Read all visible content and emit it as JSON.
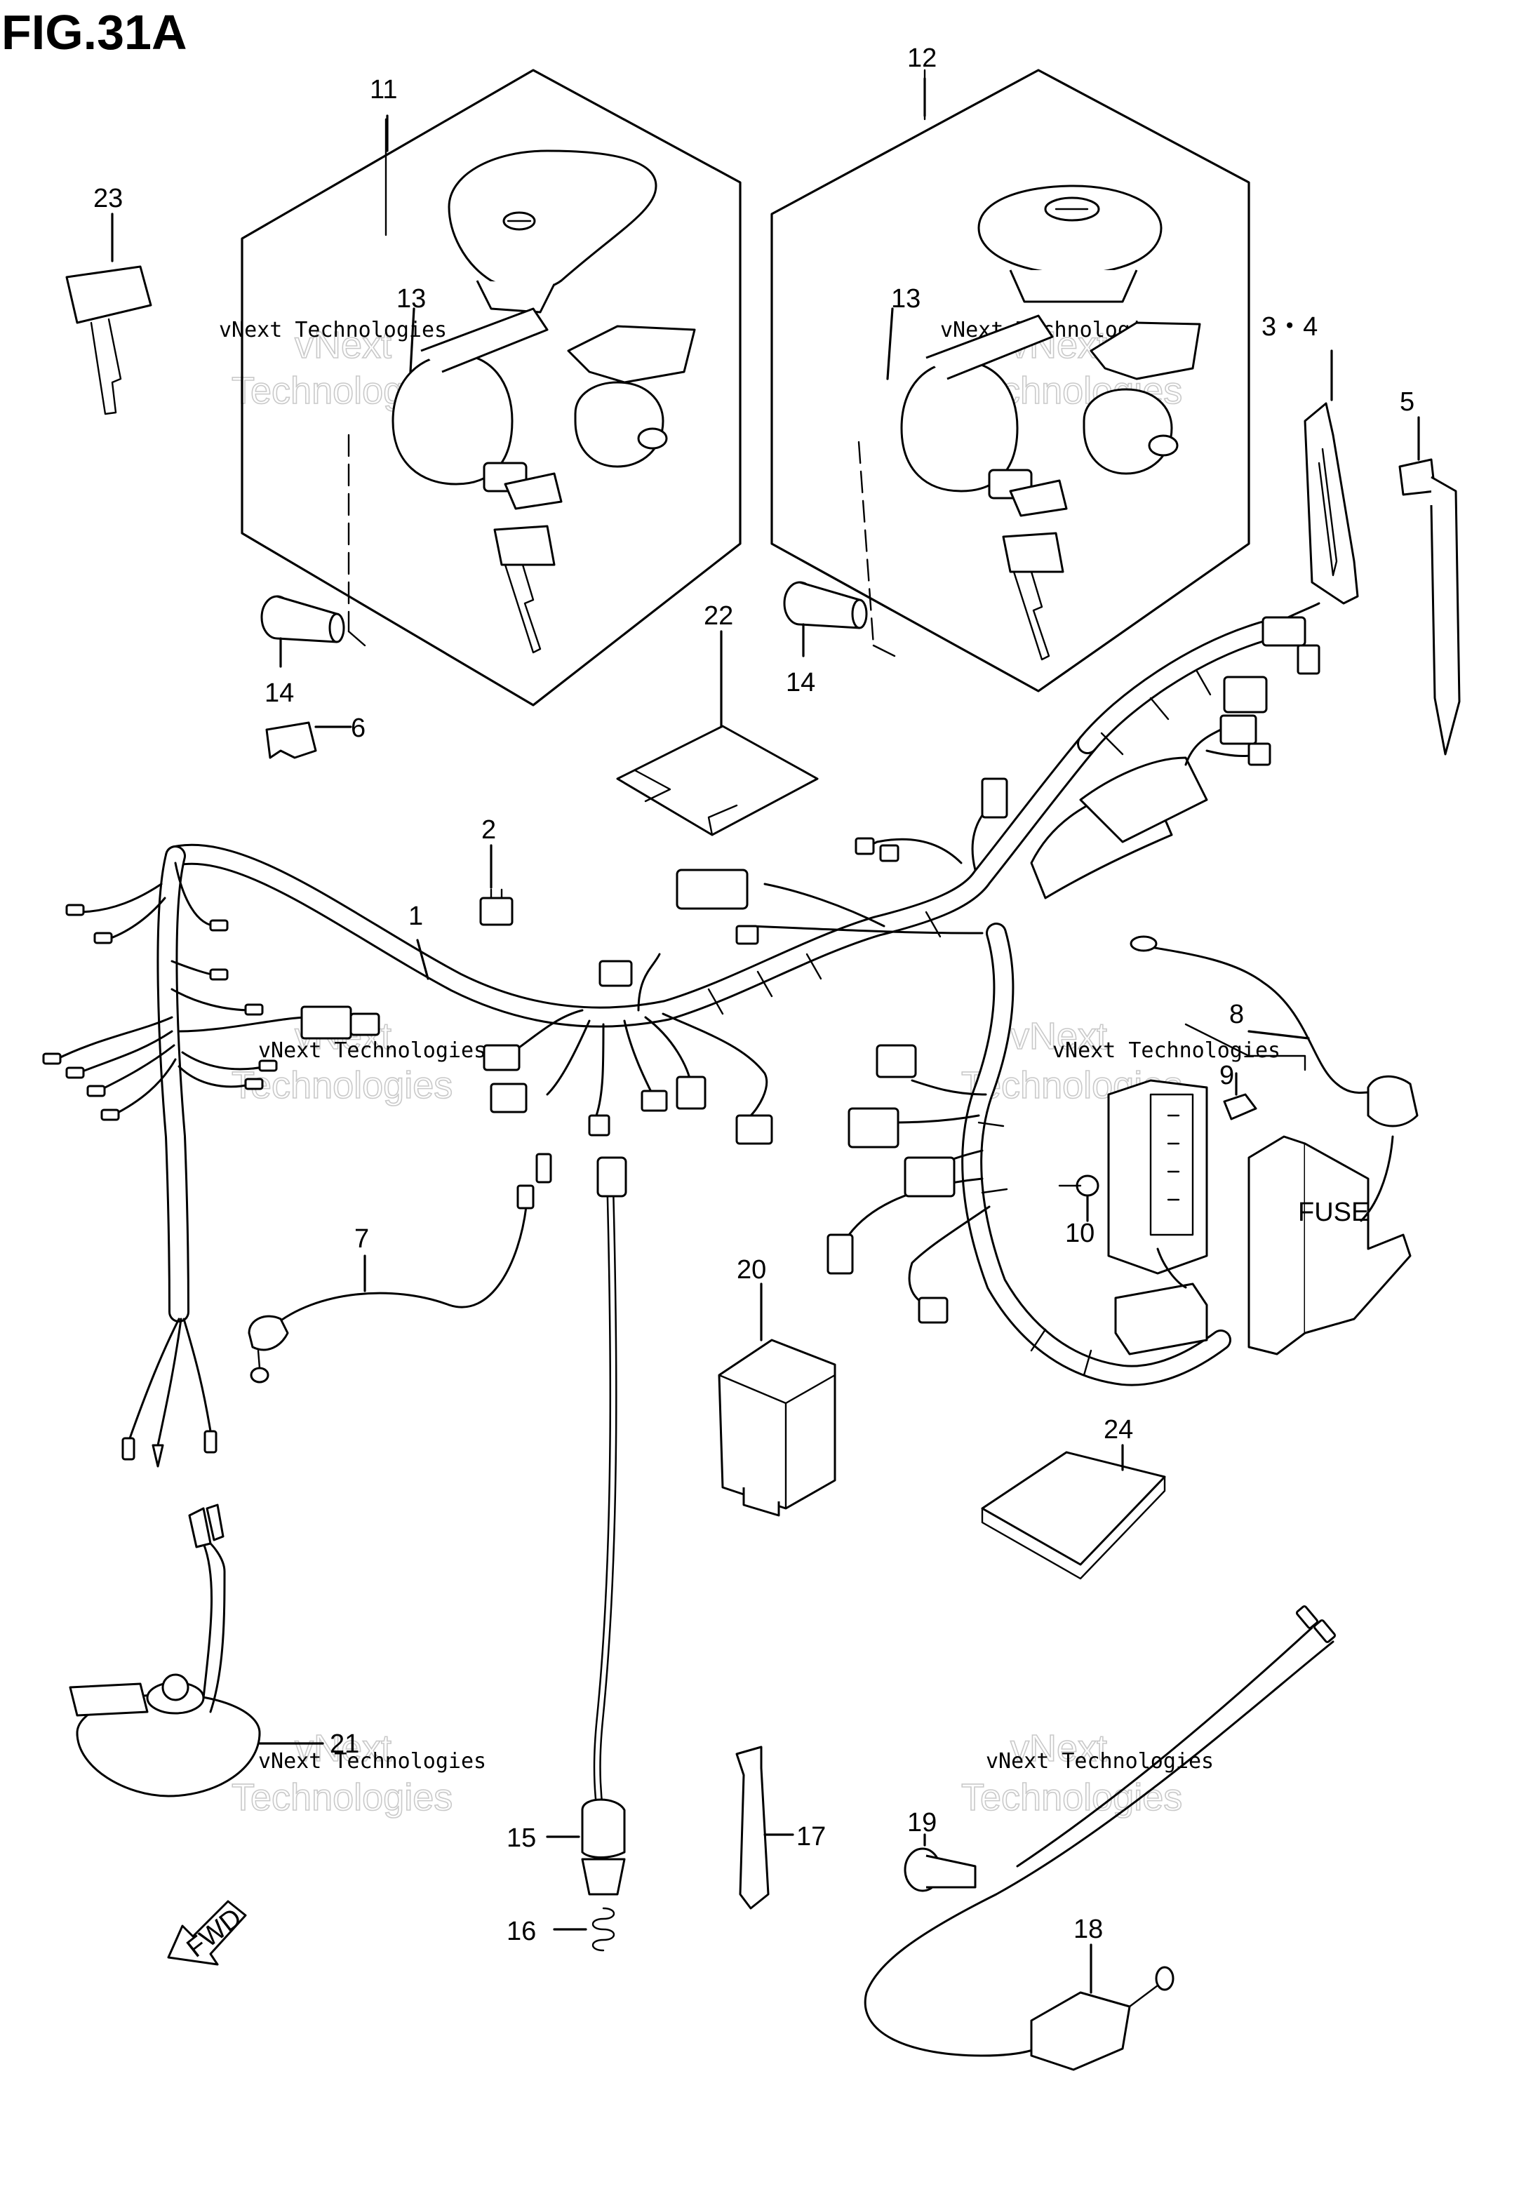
{
  "figure": {
    "title": "FIG.31A",
    "fwd_label": "FWD",
    "fuse_text": "FUSE"
  },
  "watermark": {
    "line1": "vNext",
    "line2": "Technologies",
    "small": "vNext Technologies"
  },
  "callouts": [
    {
      "id": "1",
      "label": "1"
    },
    {
      "id": "2",
      "label": "2"
    },
    {
      "id": "3-4",
      "label": "3・4"
    },
    {
      "id": "5",
      "label": "5"
    },
    {
      "id": "6",
      "label": "6"
    },
    {
      "id": "7",
      "label": "7"
    },
    {
      "id": "8",
      "label": "8"
    },
    {
      "id": "9",
      "label": "9"
    },
    {
      "id": "10",
      "label": "10"
    },
    {
      "id": "11",
      "label": "11"
    },
    {
      "id": "12",
      "label": "12"
    },
    {
      "id": "13a",
      "label": "13"
    },
    {
      "id": "13b",
      "label": "13"
    },
    {
      "id": "14a",
      "label": "14"
    },
    {
      "id": "14b",
      "label": "14"
    },
    {
      "id": "15",
      "label": "15"
    },
    {
      "id": "16",
      "label": "16"
    },
    {
      "id": "17",
      "label": "17"
    },
    {
      "id": "18",
      "label": "18"
    },
    {
      "id": "19",
      "label": "19"
    },
    {
      "id": "20",
      "label": "20"
    },
    {
      "id": "21",
      "label": "21"
    },
    {
      "id": "22",
      "label": "22"
    },
    {
      "id": "23",
      "label": "23"
    },
    {
      "id": "24",
      "label": "24"
    }
  ]
}
